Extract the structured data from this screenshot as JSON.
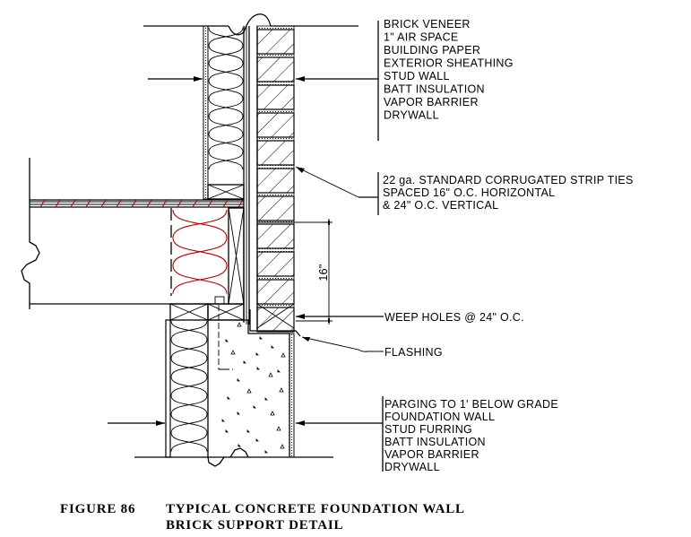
{
  "wall_labels": [
    "BRICK VENEER",
    "1\" AIR SPACE",
    "BUILDING PAPER",
    "EXTERIOR SHEATHING",
    "STUD WALL",
    "BATT INSULATION",
    "VAPOR BARRIER",
    "DRYWALL"
  ],
  "tie_labels": [
    "22 ga. STANDARD CORRUGATED STRIP TIES",
    "SPACED 16\" O.C. HORIZONTAL",
    "& 24\" O.C. VERTICAL"
  ],
  "weep_label": "WEEP HOLES @ 24\" O.C.",
  "flashing_label": "FLASHING",
  "foundation_labels": [
    "PARGING TO 1' BELOW GRADE",
    "FOUNDATION WALL",
    "STUD FURRING",
    "BATT INSULATION",
    "VAPOR BARRIER",
    "DRYWALL"
  ],
  "dimension": "16\"",
  "caption": {
    "figure": "FIGURE 86",
    "line1": "TYPICAL CONCRETE FOUNDATION WALL",
    "line2": "BRICK SUPPORT DETAIL"
  },
  "colors": {
    "line": "#000000",
    "rim_insulation": "#b00000"
  }
}
